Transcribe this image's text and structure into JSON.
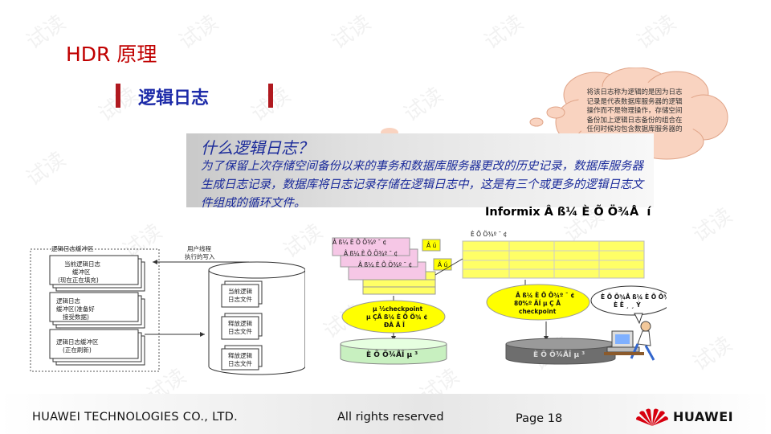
{
  "watermark": "试读",
  "header": {
    "title": "HDR 原理",
    "section": "逻辑日志"
  },
  "question": {
    "title": "什么逻辑日志？",
    "body": "为了保留上次存储空间备份以来的事务和数据库服务器更改的历史记录，数据库服务器生成日志记录，数据库将日志记录存储在逻辑日志中，这是有三个或更多的逻辑日志文件组成的循环文件。"
  },
  "cloud_note": "将该日志称为逻辑的是因为日志记录是代表数据库服务器的逻辑操作而不是物理操作，存储空间备份加上逻辑日志备份的组合在任何时候均包含数据库服务器的完整副本",
  "diagram_left": {
    "buffer_area_title": "逻辑日志缓冲区",
    "buffer_current": [
      "当前逻辑日志",
      "缓冲区",
      "(现在正在填充)"
    ],
    "buffer_waiting": [
      "逻辑日志",
      "缓冲区(准备好",
      "接受数据)"
    ],
    "buffer_flushing": [
      "逻辑日志缓冲区",
      "(正在刷新)"
    ],
    "user_thread": [
      "用户线程",
      "执行的写入"
    ],
    "disk_current": [
      "当前逻辑",
      "日志文件"
    ],
    "disk_file_1": [
      "释放逻辑",
      "日志文件"
    ],
    "disk_file_2": [
      "释放逻辑",
      "日志文件"
    ]
  },
  "diagram_right": {
    "title": "Informix Â ß¼­ È Õ Ö¾Å ­ í",
    "buffer_labels": [
      "Â ß¼­ È Õ Ö¾º ¯ ¢",
      "Â ß¼­ È Õ Ö¾º ¯ ¢",
      "Â ß¼­ È Õ Ö¾º ¯ ¢"
    ],
    "small_tags": [
      "Â ú",
      "Â ú"
    ],
    "top_label": "È Õ Ö¾º ¯ ¢",
    "checkpoint_left": [
      "µ ½checkpoint",
      "µ ÇÅ ß¼­ È Õ Ö¾ ¢",
      "ÐÂ Å Î"
    ],
    "checkpoint_right": [
      "Â ß¼­ È Õ Ö¾º ¯ ¢",
      "80%º ÄÍ µ Ç Å",
      "checkpoint"
    ],
    "disk_left": "È Õ Ö¾ÅÎ µ ³",
    "disk_right": "È Õ Ö¾ÅÎ µ ³",
    "speech": [
      "È Õ Ö¾Å ß¼­ È Õ Ö¾º",
      "È Ë ¸ ¸ Ý"
    ]
  },
  "footer": {
    "company": "HUAWEI TECHNOLOGIES CO., LTD.",
    "rights": "All rights reserved",
    "page": "Page 18",
    "brand": "HUAWEI"
  },
  "colors": {
    "title_red": "#c00000",
    "heading_blue": "#1c2aa8",
    "grid_yellow": "#ffff66",
    "ellipse_yellow": "#ffff00",
    "cloud_fill": "#f9d3c0"
  }
}
